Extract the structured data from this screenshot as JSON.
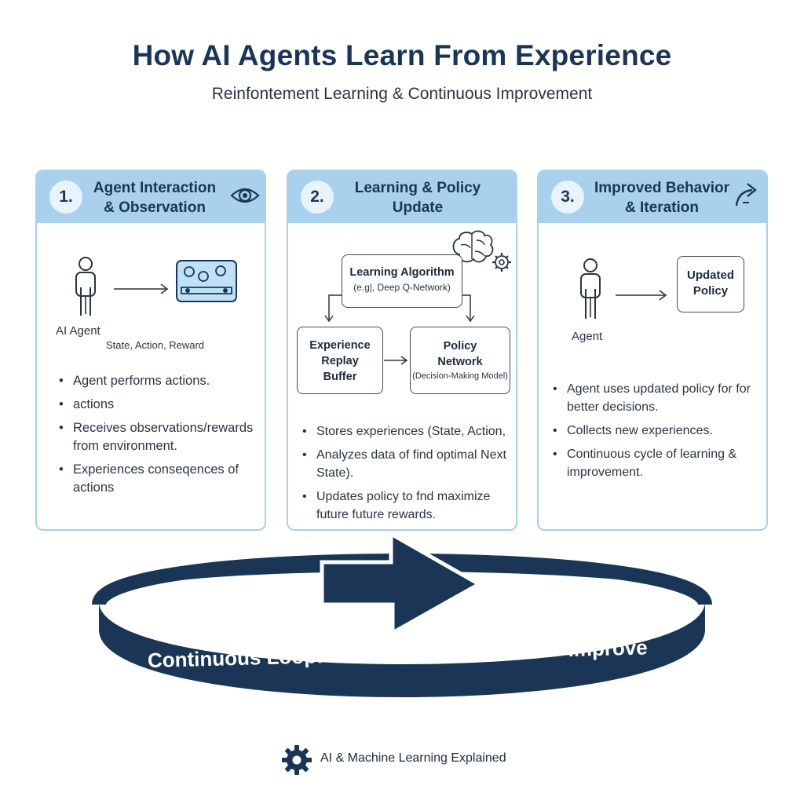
{
  "title": "How AI Agents Learn From Experience",
  "subtitle": "Reinfontement Learning & Continuous Improvement",
  "panels": [
    {
      "number": "1.",
      "heading_line1": "Agent Interaction",
      "heading_line2": "& Observation",
      "icon": "eye-icon",
      "agent_label": "AI Agent",
      "caption": "State, Action, Reward",
      "bullets": [
        "Agent performs actions.",
        "actions",
        "Receives observations/rewards from environment.",
        "Experiences conseqences of actions"
      ]
    },
    {
      "number": "2.",
      "heading_line1": "Learning & Policy",
      "heading_line2": "Update",
      "icon": "brain-gear-icon",
      "algorithm_title": "Learning Algorithm",
      "algorithm_sub": "(e.g|, Deep Q-Network)",
      "buffer_label": "Experience Replay Buffer",
      "policy_line1": "Policy",
      "policy_line2": "Network",
      "policy_sub": "(Decision-Making Model)",
      "bullets": [
        "Stores experiences (State, Action,",
        "Analyzes data of find optimal Next State).",
        "Updates policy to fnd maximize future future rewards."
      ]
    },
    {
      "number": "3.",
      "heading_line1": "Improved Behavior",
      "heading_line2": "& Iteration",
      "icon": "curved-arrow-icon",
      "agent_label": "Agent",
      "policy_line1": "Updated",
      "policy_line2": "Policy",
      "bullets": [
        "Agent uses updated policy for for better decisions.",
        "Collects new experiences.",
        "Continuous cycle of learning & improvement."
      ]
    }
  ],
  "loop_text": "Continuous Loop: Observe > Learn > Act > Improve",
  "footer_text": "AI & Machine Learning Explained",
  "colors": {
    "navy": "#1b3556",
    "panel_header": "#a9d1ee",
    "panel_border": "#a9cfe9",
    "loop": "#1a3556"
  }
}
